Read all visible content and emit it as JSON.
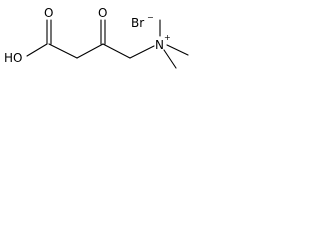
{
  "molecule": {
    "hydroxyl_label": "HO",
    "carboxyl_oxygen_label": "O",
    "ketone_oxygen_label": "O",
    "nitrogen_label": "N",
    "nitrogen_charge": "+",
    "counterion_label": "Br",
    "counterion_charge": "−"
  },
  "colors": {
    "ink": "#000000",
    "background": "#ffffff"
  }
}
